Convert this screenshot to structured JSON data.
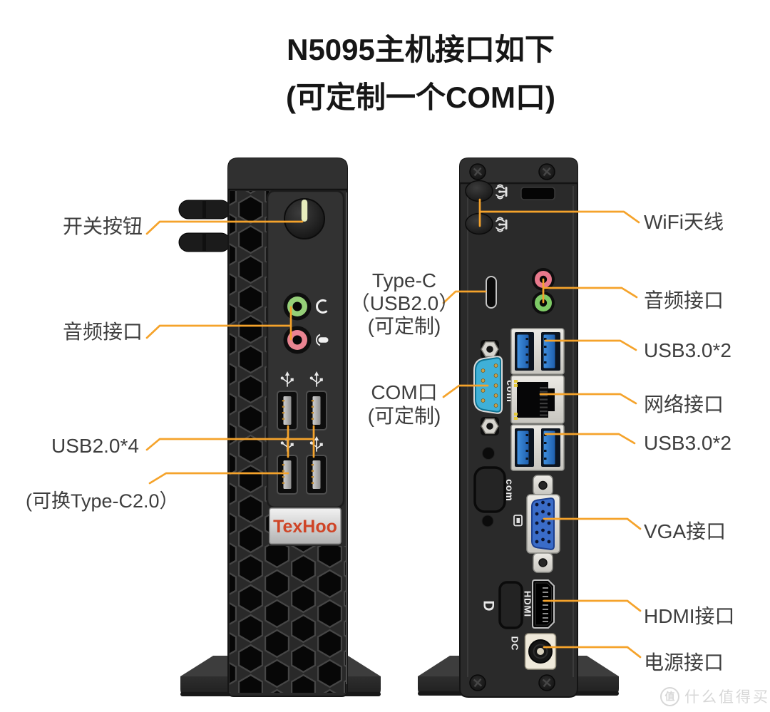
{
  "title": {
    "line1": "N5095主机接口如下",
    "line2": "(可定制一个COM口)"
  },
  "front": {
    "label_power": "开关按钮",
    "label_audio": "音频接口",
    "label_usb": "USB2.0*4",
    "label_usb_note": "(可换Type-C2.0）",
    "brand": "TexHoo"
  },
  "middle": {
    "typec_line1": "Type-C",
    "typec_line2": "（USB2.0）",
    "typec_line3": "(可定制)",
    "com_line1": "COM口",
    "com_line2": "(可定制)"
  },
  "rear": {
    "label_wifi": "WiFi天线",
    "label_audio": "音频接口",
    "label_usb3_top": "USB3.0*2",
    "label_lan": "网络接口",
    "label_usb3_bottom": "USB3.0*2",
    "label_vga": "VGA接口",
    "label_hdmi": "HDMI接口",
    "label_power": "电源接口",
    "text_com_db9": "com",
    "text_com_blank": "com",
    "text_hdmi": "HDMI",
    "text_dc": "DC",
    "text_dp_logo": "D"
  },
  "watermark": {
    "icon": "值",
    "text": "什么值得买"
  },
  "colors": {
    "accent": "#F5A32B",
    "label_text": "#3E3E3E",
    "brand_red": "#CF4527"
  }
}
